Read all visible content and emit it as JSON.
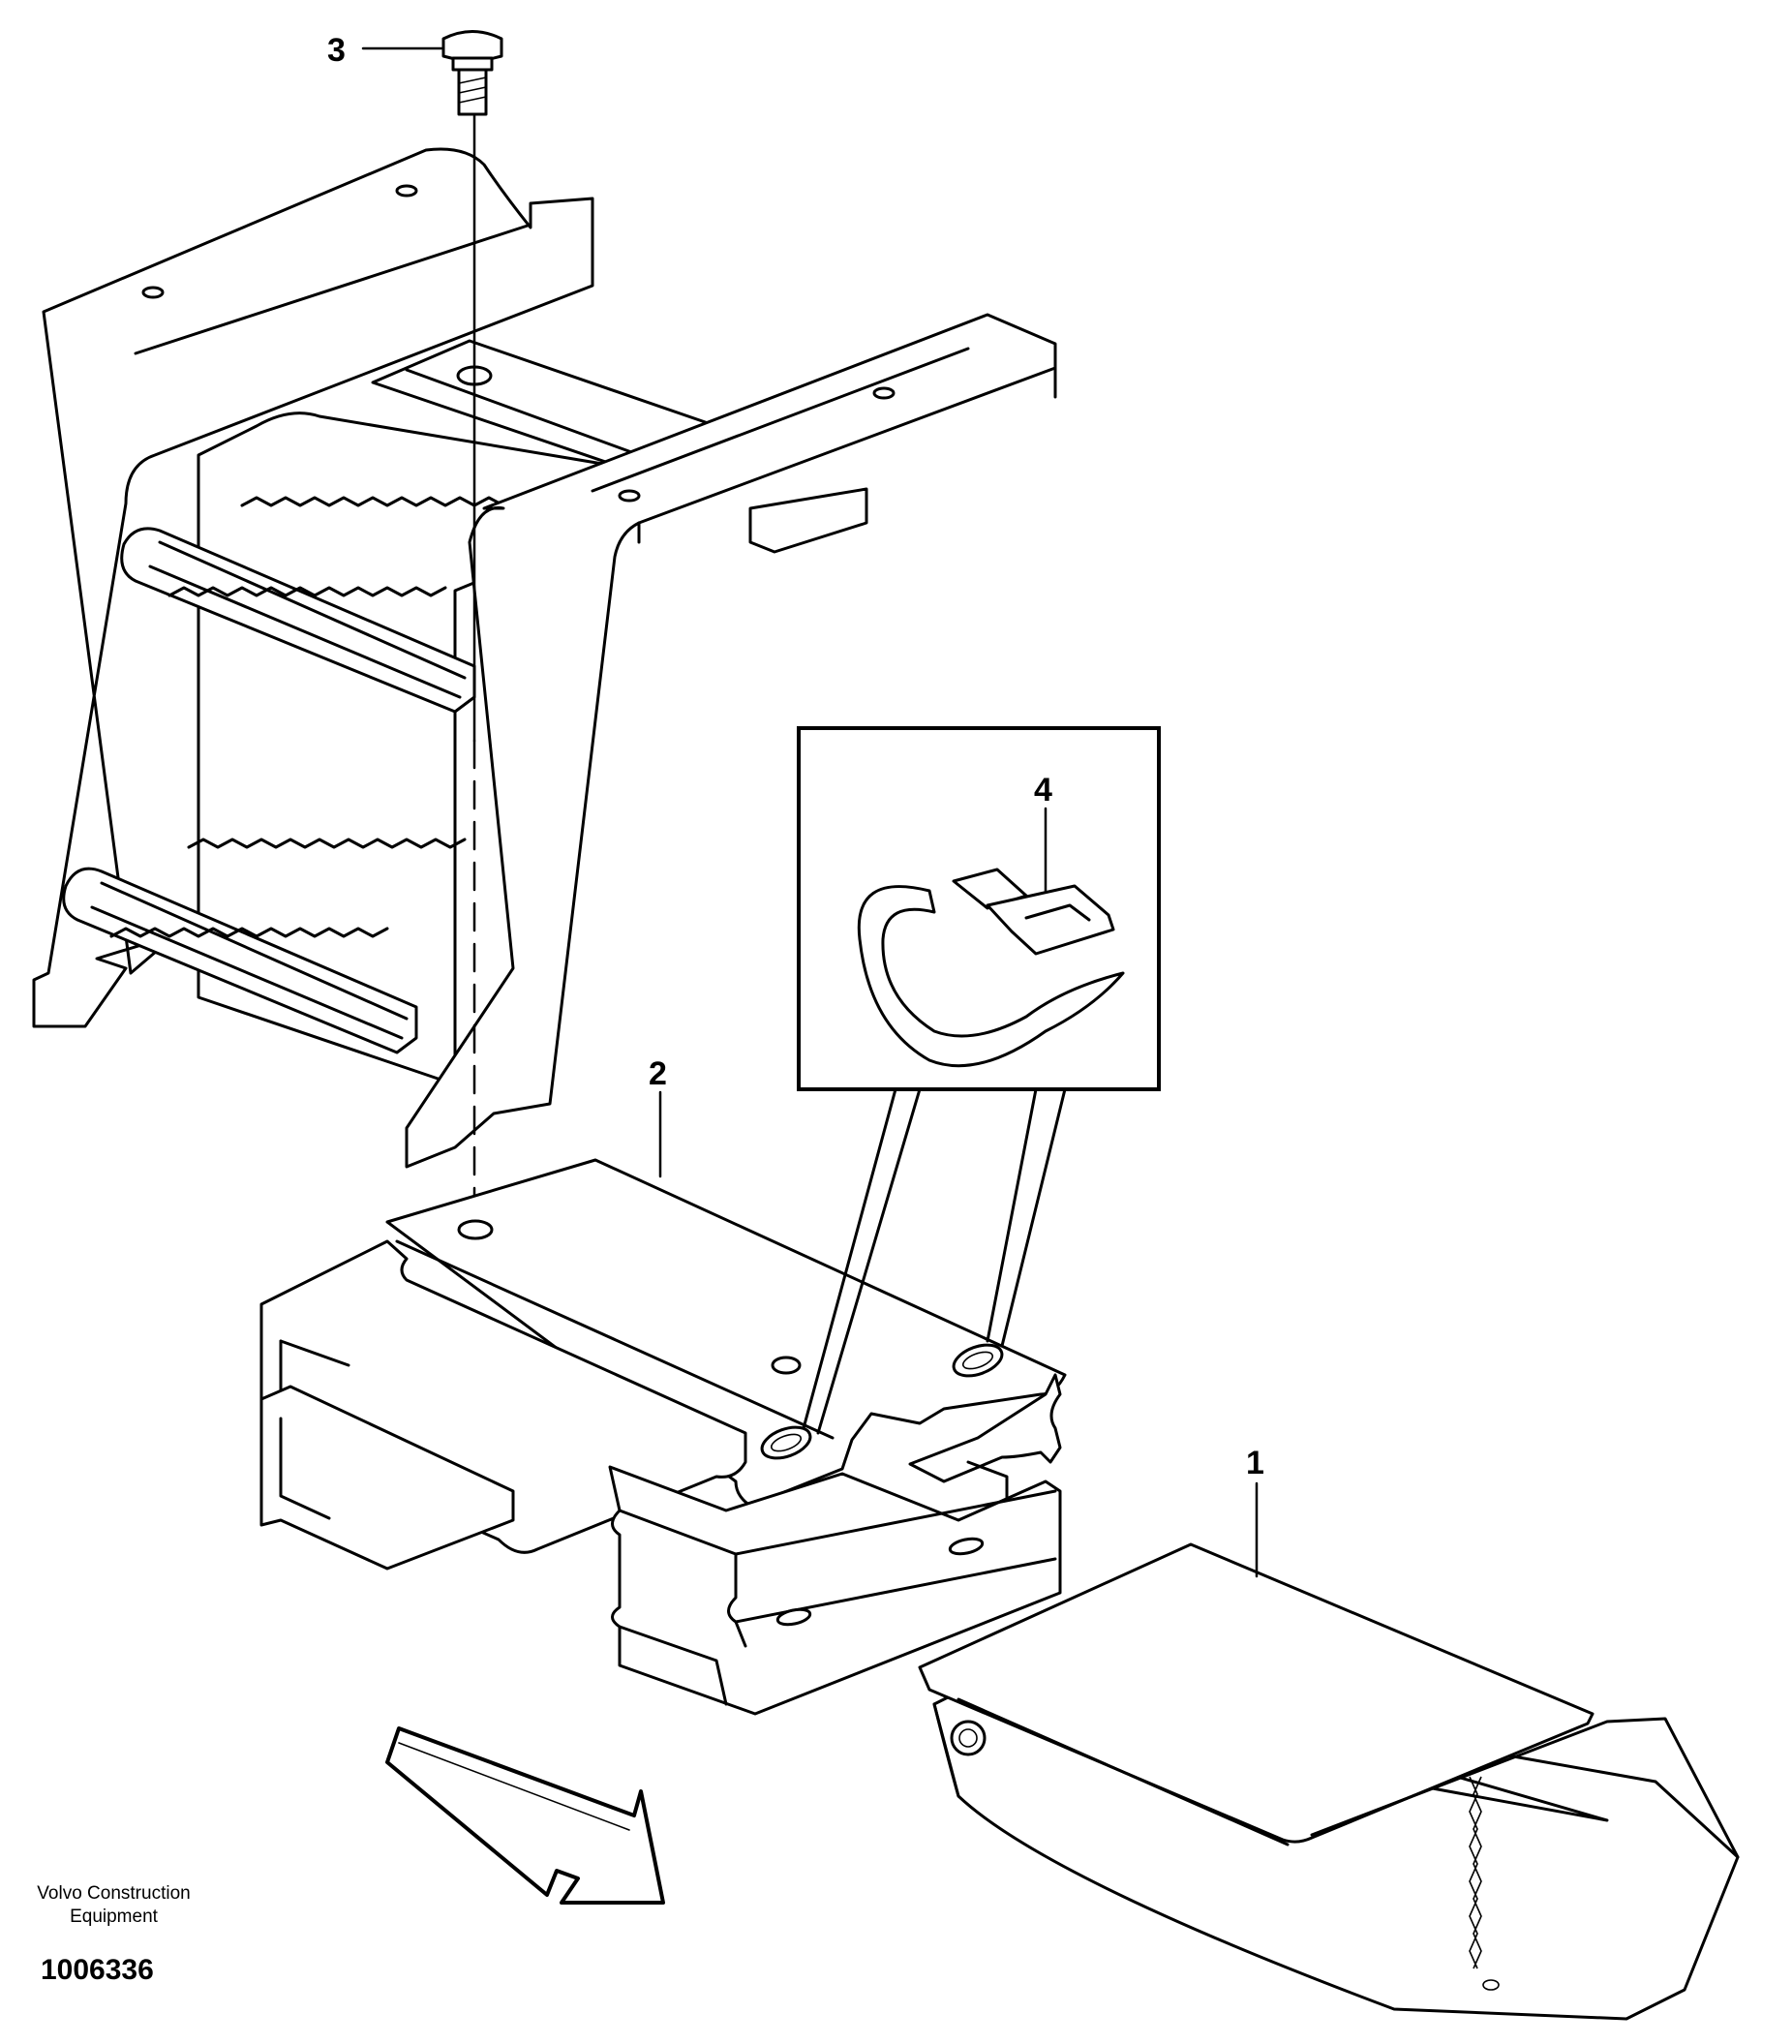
{
  "callouts": {
    "part_1": "1",
    "part_2": "2",
    "part_3": "3",
    "part_4": "4"
  },
  "footer": {
    "company_line_1": "Volvo Construction",
    "company_line_2": "Equipment",
    "doc_number": "1006336"
  }
}
